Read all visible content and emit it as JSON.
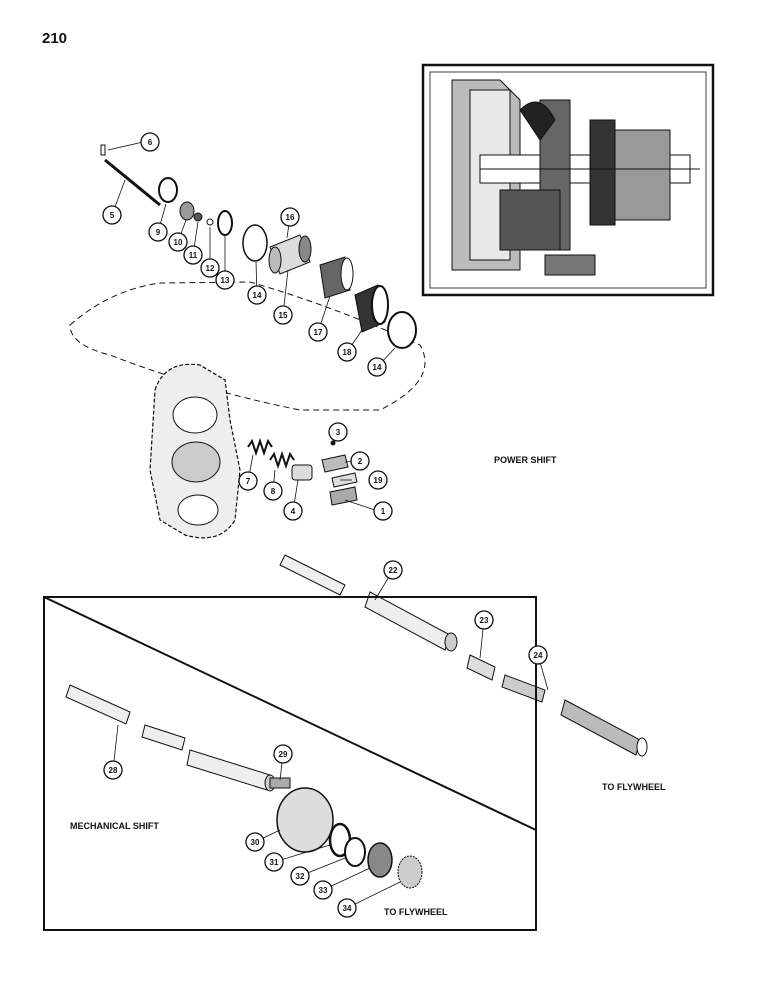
{
  "page_number": "210",
  "sections": {
    "power_shift": "POWER SHIFT",
    "mechanical_shift": "MECHANICAL SHIFT",
    "to_flywheel_power": "TO FLYWHEEL",
    "to_flywheel_mechanical": "TO FLYWHEEL"
  },
  "callouts": [
    "1",
    "2",
    "3",
    "4",
    "5",
    "6",
    "7",
    "8",
    "9",
    "10",
    "11",
    "12",
    "13",
    "14",
    "14",
    "15",
    "16",
    "17",
    "18",
    "19",
    "22",
    "23",
    "24",
    "28",
    "29",
    "30",
    "31",
    "32",
    "33",
    "34"
  ]
}
